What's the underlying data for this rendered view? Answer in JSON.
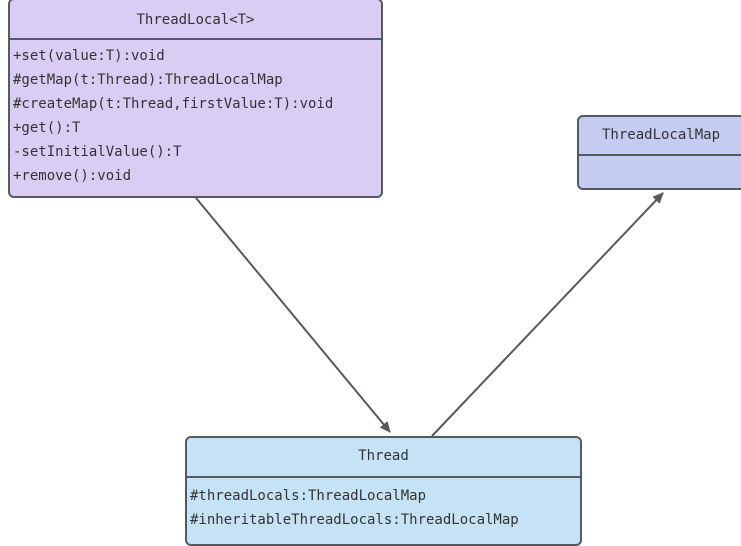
{
  "classes": {
    "threadlocal": {
      "name": "ThreadLocal<T>",
      "members": [
        "+set(value:T):void",
        "#getMap(t:Thread):ThreadLocalMap",
        "#createMap(t:Thread,firstValue:T):void",
        "+get():T",
        "-setInitialValue():T",
        "+remove():void"
      ]
    },
    "threadlocalmap": {
      "name": "ThreadLocalMap",
      "members": []
    },
    "thread": {
      "name": "Thread",
      "members": [
        "#threadLocals:ThreadLocalMap",
        "#inheritableThreadLocals:ThreadLocalMap"
      ]
    }
  },
  "colors": {
    "threadlocal_fill": "#d9cdf4",
    "threadlocalmap_fill": "#c5ccf2",
    "thread_fill": "#c6e3f5",
    "border": "#555a60"
  }
}
